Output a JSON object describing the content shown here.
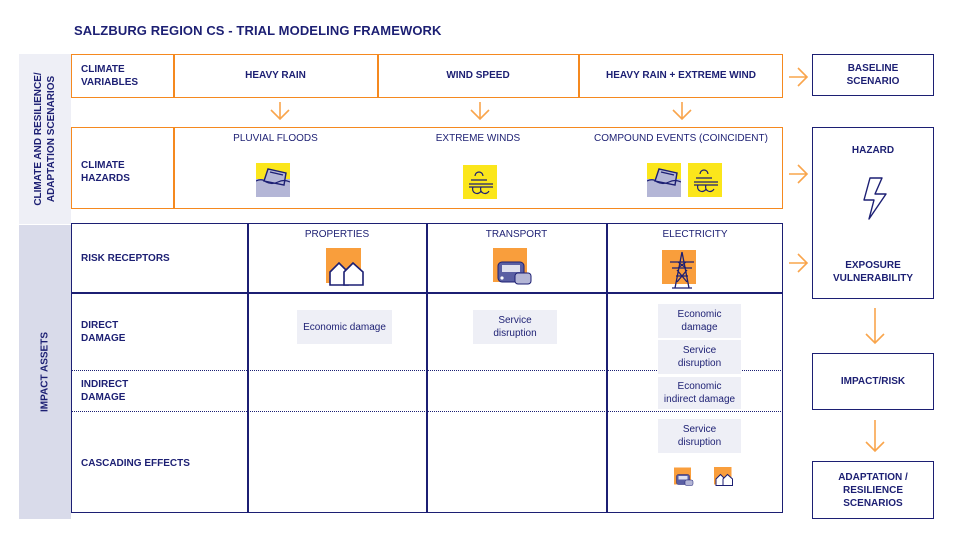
{
  "title": "SALZBURG REGION CS - TRIAL MODELING FRAMEWORK",
  "side_labels": {
    "climate": "CLIMATE AND RESILIENCE/\nADAPTATION SCENARIOS",
    "impact": "IMPACT ASSETS"
  },
  "climate_variables": {
    "label": "CLIMATE\nVARIABLES",
    "columns": [
      "HEAVY RAIN",
      "WIND SPEED",
      "HEAVY RAIN + EXTREME WIND"
    ]
  },
  "climate_hazards": {
    "label": "CLIMATE\nHAZARDS",
    "columns": [
      {
        "name": "PLUVIAL FLOODS",
        "icons": [
          "flooded-car-icon"
        ]
      },
      {
        "name": "EXTREME WINDS",
        "icons": [
          "wind-icon"
        ]
      },
      {
        "name": "COMPOUND EVENTS (COINCIDENT)",
        "icons": [
          "flooded-car-icon",
          "wind-icon"
        ]
      }
    ]
  },
  "impact": {
    "rows": {
      "risk_receptors": "RISK RECEPTORS",
      "direct_damage": "DIRECT\nDAMAGE",
      "indirect_damage": "INDIRECT\nDAMAGE",
      "cascading_effects": "CASCADING EFFECTS"
    },
    "columns": [
      {
        "name": "PROPERTIES",
        "icon": "houses-icon",
        "direct": [
          "Economic damage"
        ],
        "indirect": [],
        "cascading": []
      },
      {
        "name": "TRANSPORT",
        "icon": "vehicles-icon",
        "direct": [
          "Service\ndisruption"
        ],
        "indirect": [],
        "cascading": []
      },
      {
        "name": "ELECTRICITY",
        "icon": "power-pylon-icon",
        "direct": [
          "Economic\ndamage",
          "Service\ndisruption"
        ],
        "indirect": [
          "Economic\nindirect damage"
        ],
        "cascading": [
          "Service\ndisruption"
        ],
        "cascading_icons": [
          "vehicles-icon",
          "houses-icon"
        ]
      }
    ]
  },
  "flow": {
    "baseline": "BASELINE\nSCENARIO",
    "hazard": "HAZARD",
    "exposure": "EXPOSURE\nVULNERABILITY",
    "impact_risk": "IMPACT/RISK",
    "adaptation": "ADAPTATION /\nRESILIENCE\nSCENARIOS"
  },
  "colors": {
    "navy": "#1c1f73",
    "orange": "#f5891f",
    "arrow_orange": "#f9a54c",
    "yellow": "#fbe61b",
    "chip_bg": "#eeeff6",
    "side_bg": "#eeeff6",
    "impact_side_bg": "#d9dbea"
  }
}
